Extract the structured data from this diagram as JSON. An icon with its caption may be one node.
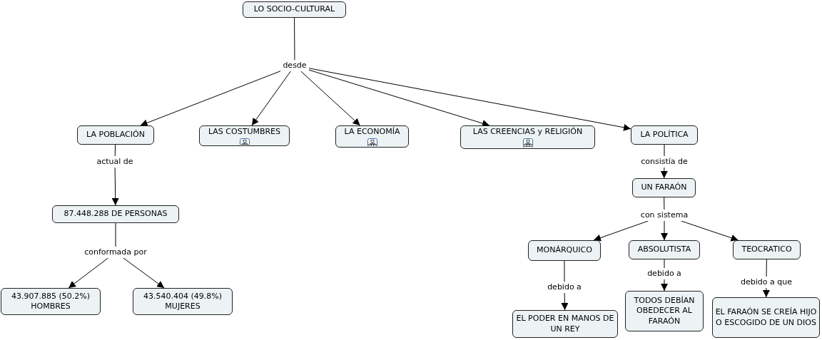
{
  "diagram": {
    "nodes": [
      {
        "text": [
          "LO SOCIO-CULTURAL"
        ]
      },
      {
        "text": [
          "desde"
        ]
      },
      {
        "text": [
          "LA POBLACIÓN"
        ]
      },
      {
        "text": [
          "LAS COSTUMBRES"
        ]
      },
      {
        "text": [
          "LA ECONOMÍA"
        ]
      },
      {
        "text": [
          "LAS CREENCIAS y RELIGIÓN"
        ]
      },
      {
        "text": [
          "LA POLÍTICA"
        ]
      },
      {
        "text": [
          "actual de"
        ]
      },
      {
        "text": [
          "87.448.288 DE PERSONAS"
        ]
      },
      {
        "text": [
          "conformada por"
        ]
      },
      {
        "text": [
          "43.907.885 (50.2%) HOMBRES"
        ]
      },
      {
        "text": [
          "43.540.404 (49.8%) MUJERES"
        ]
      },
      {
        "text": [
          "consistía de"
        ]
      },
      {
        "text": [
          "UN FARAÓN"
        ]
      },
      {
        "text": [
          "con sistema"
        ]
      },
      {
        "text": [
          "MONÁRQUICO"
        ]
      },
      {
        "text": [
          "ABSOLUTISTA"
        ]
      },
      {
        "text": [
          "TEOCRATICO"
        ]
      },
      {
        "text": [
          "debido a"
        ]
      },
      {
        "text": [
          "debido a"
        ]
      },
      {
        "text": [
          "debido a que"
        ]
      },
      {
        "text": [
          "EL PODER EN MANOS DE UN REY"
        ]
      },
      {
        "text": [
          "TODOS DEBÍAN OBEDECER AL FARAÓN"
        ]
      },
      {
        "text": [
          "EL FARAÓN SE CREÍA HIJO O ESCOGIDO DE UN DIOS"
        ]
      }
    ],
    "edges": [
      {
        "from": 0,
        "to": 1,
        "arrow": "none"
      },
      {
        "from": 1,
        "to": 2,
        "arrow": "to"
      },
      {
        "from": 1,
        "to": 3,
        "arrow": "to"
      },
      {
        "from": 1,
        "to": 4,
        "arrow": "to"
      },
      {
        "from": 1,
        "to": 5,
        "arrow": "to"
      },
      {
        "from": 1,
        "to": 6,
        "arrow": "to"
      },
      {
        "from": 2,
        "to": 7,
        "arrow": "none"
      },
      {
        "from": 7,
        "to": 8,
        "arrow": "to"
      },
      {
        "from": 8,
        "to": 9,
        "arrow": "none"
      },
      {
        "from": 9,
        "to": 10,
        "arrow": "to"
      },
      {
        "from": 9,
        "to": 11,
        "arrow": "to"
      },
      {
        "from": 6,
        "to": 12,
        "arrow": "none"
      },
      {
        "from": 12,
        "to": 13,
        "arrow": "to"
      },
      {
        "from": 13,
        "to": 14,
        "arrow": "none"
      },
      {
        "from": 14,
        "to": 15,
        "arrow": "to"
      },
      {
        "from": 14,
        "to": 16,
        "arrow": "to"
      },
      {
        "from": 14,
        "to": 17,
        "arrow": "to"
      },
      {
        "from": 15,
        "to": 18,
        "arrow": "none"
      },
      {
        "from": 18,
        "to": 21,
        "arrow": "to"
      },
      {
        "from": 16,
        "to": 19,
        "arrow": "none"
      },
      {
        "from": 19,
        "to": 22,
        "arrow": "to"
      },
      {
        "from": 17,
        "to": 20,
        "arrow": "none"
      },
      {
        "from": 20,
        "to": 23,
        "arrow": "to"
      }
    ]
  }
}
